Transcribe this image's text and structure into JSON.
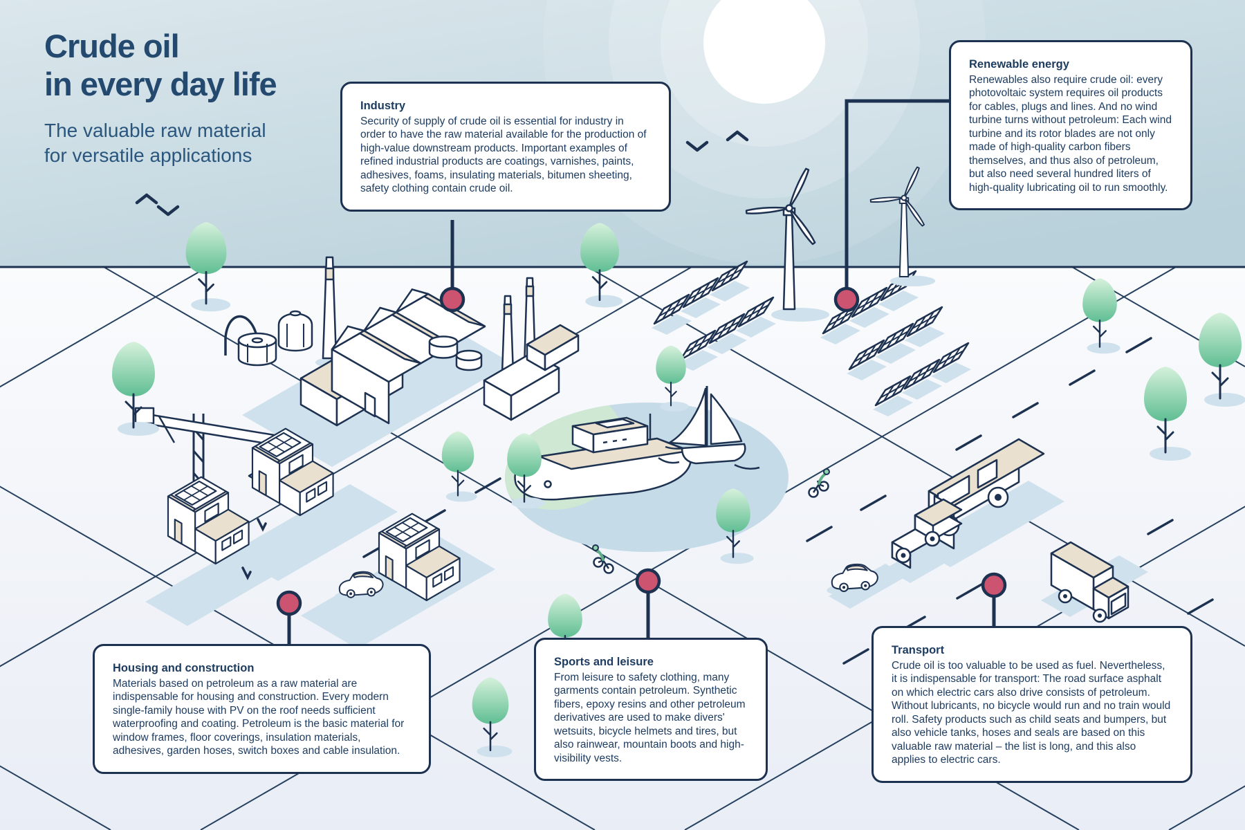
{
  "infographic": {
    "title_line1": "Crude oil",
    "title_line2": "in every day life",
    "subtitle_line1": "The valuable raw material",
    "subtitle_line2": "for versatile applications"
  },
  "callouts": {
    "industry": {
      "heading": "Industry",
      "body": "Security of supply of crude oil is essential for industry in order to have the raw material available for the production of high-value downstream products. Important examples of refined industrial products are coatings, varnishes, paints, adhesives, foams, insulating materials, bitumen sheeting, safety clothing contain crude oil."
    },
    "renewable_energy": {
      "heading": "Renewable energy",
      "body": "Renewables also require crude oil: every photovoltaic system requires oil products for cables, plugs and lines. And no wind turbine turns without petroleum: Each wind turbine and its rotor blades are not only made of high-quality carbon fibers themselves, and thus also of petroleum, but also need several hundred liters of high-quality lubricating oil to run smoothly."
    },
    "housing": {
      "heading": "Housing and construction",
      "body": "Materials based on petroleum as a raw material are indispensable for housing and construction. Every modern single-family house with PV on the roof needs sufficient waterproofing and coating. Petroleum is the basic material for window frames, floor coverings, insulation materials, adhesives, garden hoses, switch boxes and cable insulation."
    },
    "sports": {
      "heading": "Sports and leisure",
      "body": "From leisure to safety clothing, many garments contain petroleum. Synthetic fibers, epoxy resins and other petroleum derivatives are used to make divers' wetsuits, bicycle helmets and tires, but also rainwear, mountain boots and high-visibility vests."
    },
    "transport": {
      "heading": "Transport",
      "body": "Crude oil is too valuable to be used as fuel. Nevertheless, it is indispensable for transport: The road surface asphalt on which electric cars also drive consists of petroleum. Without lubricants, no bicycle would run and no train would roll. Safety products such as child seats and bumpers, but also vehicle tanks, hoses and seals are based on this valuable raw material – the list is long, and this also applies to electric cars."
    }
  },
  "icons": {
    "marker": "location-dot",
    "bird": "bird-chevron",
    "sun": "sun-disc"
  },
  "colors": {
    "navy_outline": "#1d3150",
    "title_text": "#24496f",
    "body_text": "#1e3c60",
    "marker_accent": "#cc5470",
    "sky": "#bed4de",
    "ground": "#f6f8fb",
    "roof_beige": "#e9e0cf",
    "water": "#c5dbe7",
    "pond_green": "#cfe8d4",
    "tree_green": "#5fbe93",
    "plot_blue": "#cfe1ec"
  }
}
